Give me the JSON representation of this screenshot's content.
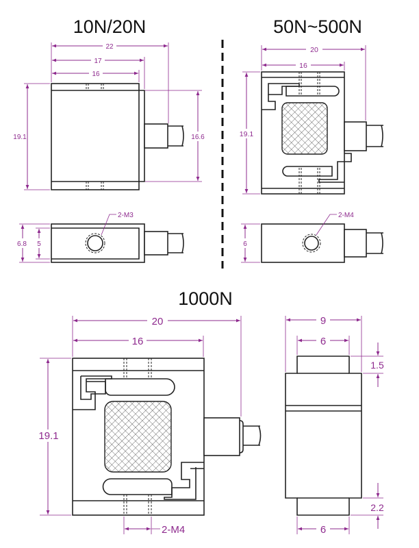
{
  "colors": {
    "dimension": "#8e2a8e",
    "outline": "#222222"
  },
  "views": {
    "small": {
      "title": "10N/20N",
      "dims": {
        "overall": "22",
        "mid": "17",
        "body": "16",
        "height": "19.1",
        "side_height": "16.6",
        "thick": "6.8",
        "inner": "5",
        "thread": "2-M3"
      }
    },
    "mid": {
      "title": "50N~500N",
      "dims": {
        "overall": "20",
        "body": "16",
        "height": "19.1",
        "thick": "6",
        "thread": "2-M4"
      }
    },
    "large": {
      "title": "1000N",
      "dims": {
        "overall": "20",
        "body": "16",
        "height": "19.1",
        "thread": "2-M4",
        "side_width": "9",
        "side_inner": "6",
        "top_step": "1.5",
        "bottom_step": "2.2",
        "bottom_width": "6"
      }
    }
  }
}
